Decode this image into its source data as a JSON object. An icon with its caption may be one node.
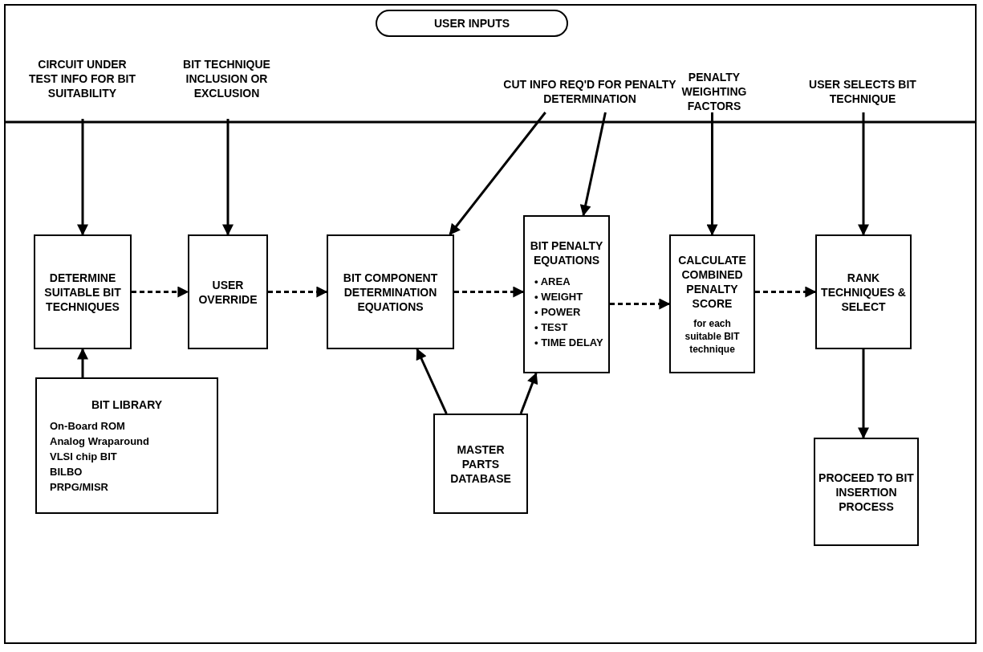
{
  "diagram": {
    "nodes": [
      {
        "text": [
          "USER INPUTS"
        ]
      },
      {
        "text": [
          "CIRCUIT UNDER TEST INFO FOR BIT SUITABILITY"
        ]
      },
      {
        "text": [
          "BIT TECHNIQUE INCLUSION OR EXCLUSION"
        ]
      },
      {
        "text": [
          "CUT INFO REQ'D FOR PENALTY DETERMINATION"
        ]
      },
      {
        "text": [
          "PENALTY WEIGHTING FACTORS"
        ]
      },
      {
        "text": [
          "USER SELECTS BIT TECHNIQUE"
        ]
      },
      {
        "text": [
          "DETERMINE SUITABLE BIT TECHNIQUES"
        ]
      },
      {
        "text": [
          "USER OVERRIDE"
        ]
      },
      {
        "text": [
          "BIT COMPONENT DETERMINATION EQUATIONS"
        ]
      },
      {
        "text": [
          "BIT PENALTY EQUATIONS",
          "• AREA",
          "• WEIGHT",
          "• POWER",
          "• TEST",
          "• TIME DELAY"
        ]
      },
      {
        "text": [
          "CALCULATE COMBINED PENALTY SCORE",
          "for each suitable BIT technique"
        ]
      },
      {
        "text": [
          "RANK TECHNIQUES & SELECT"
        ]
      },
      {
        "text": [
          "BIT LIBRARY",
          "On-Board ROM",
          "Analog Wraparound",
          "VLSI chip BIT",
          "BILBO",
          "PRPG/MISR"
        ]
      },
      {
        "text": [
          "MASTER PARTS DATABASE"
        ]
      },
      {
        "text": [
          "PROCEED TO BIT INSERTION PROCESS"
        ]
      }
    ],
    "edges": [
      {
        "from": 1,
        "to": 6,
        "arrow": "to"
      },
      {
        "from": 2,
        "to": 7,
        "arrow": "to"
      },
      {
        "from": 3,
        "to": 8,
        "arrow": "to"
      },
      {
        "from": 3,
        "to": 9,
        "arrow": "to"
      },
      {
        "from": 4,
        "to": 10,
        "arrow": "to"
      },
      {
        "from": 5,
        "to": 11,
        "arrow": "to"
      },
      {
        "from": 6,
        "to": 7,
        "arrow": "to",
        "style": "dashed"
      },
      {
        "from": 7,
        "to": 8,
        "arrow": "to",
        "style": "dashed"
      },
      {
        "from": 8,
        "to": 9,
        "arrow": "to",
        "style": "dashed"
      },
      {
        "from": 9,
        "to": 10,
        "arrow": "to",
        "style": "dashed"
      },
      {
        "from": 10,
        "to": 11,
        "arrow": "to",
        "style": "dashed"
      },
      {
        "from": 12,
        "to": 6,
        "arrow": "to"
      },
      {
        "from": 13,
        "to": 8,
        "arrow": "to"
      },
      {
        "from": 13,
        "to": 9,
        "arrow": "to"
      },
      {
        "from": 11,
        "to": 14,
        "arrow": "to"
      }
    ]
  }
}
